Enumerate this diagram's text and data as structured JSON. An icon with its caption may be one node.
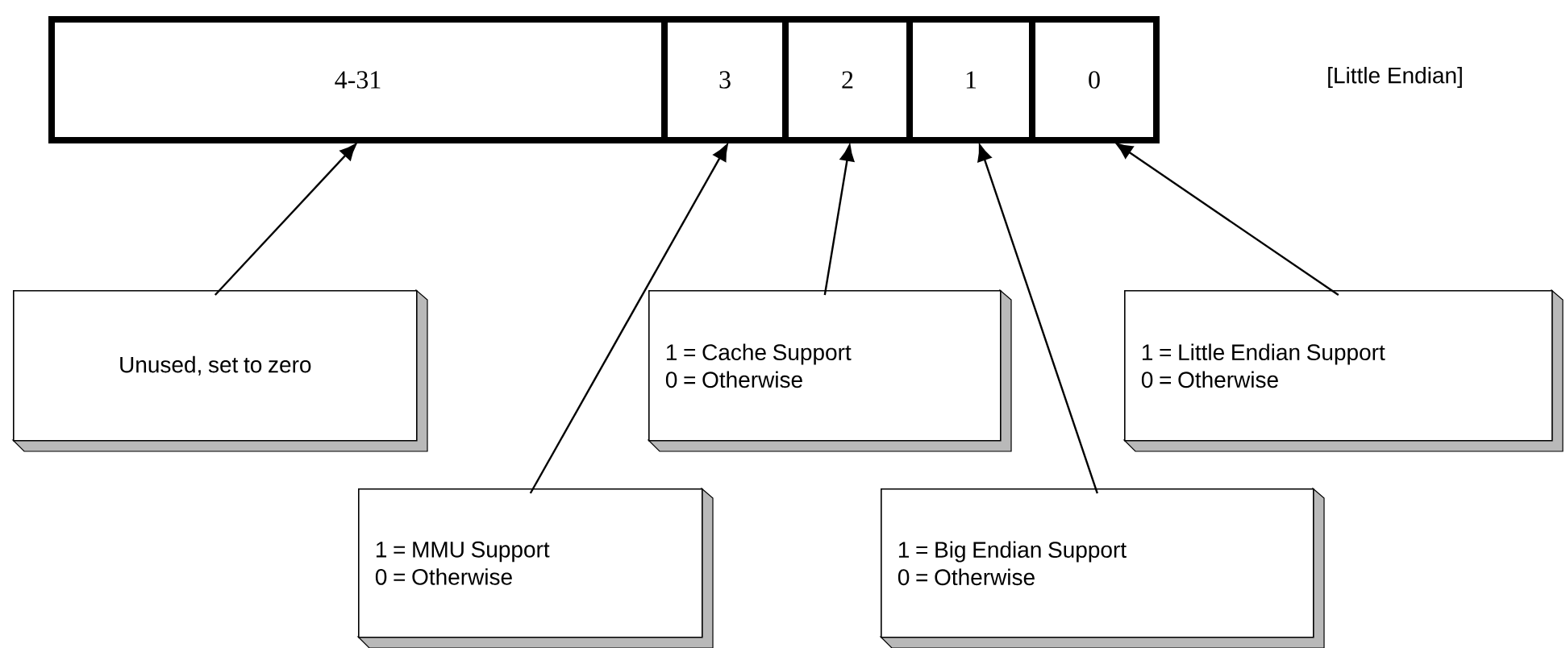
{
  "diagram": {
    "nodes": [
      {
        "text": [
          "4-31"
        ]
      },
      {
        "text": [
          "3"
        ]
      },
      {
        "text": [
          "2"
        ]
      },
      {
        "text": [
          "1"
        ]
      },
      {
        "text": [
          "0"
        ]
      },
      {
        "text": [
          "Unused, set to zero"
        ]
      },
      {
        "text": [
          "1 = MMU Support",
          "0 = Otherwise"
        ]
      },
      {
        "text": [
          "1 = Cache Support",
          "0 = Otherwise"
        ]
      },
      {
        "text": [
          "1 = Big Endian Support",
          "0 = Otherwise"
        ]
      },
      {
        "text": [
          "1 = Little Endian Support",
          "0 = Otherwise"
        ]
      }
    ],
    "edges": [
      {
        "from": 5,
        "to": 0,
        "arrow": "to"
      },
      {
        "from": 6,
        "to": 1,
        "arrow": "to"
      },
      {
        "from": 7,
        "to": 2,
        "arrow": "to"
      },
      {
        "from": 8,
        "to": 3,
        "arrow": "to"
      },
      {
        "from": 9,
        "to": 4,
        "arrow": "to"
      }
    ],
    "labels": [
      "[Little Endian]"
    ]
  }
}
